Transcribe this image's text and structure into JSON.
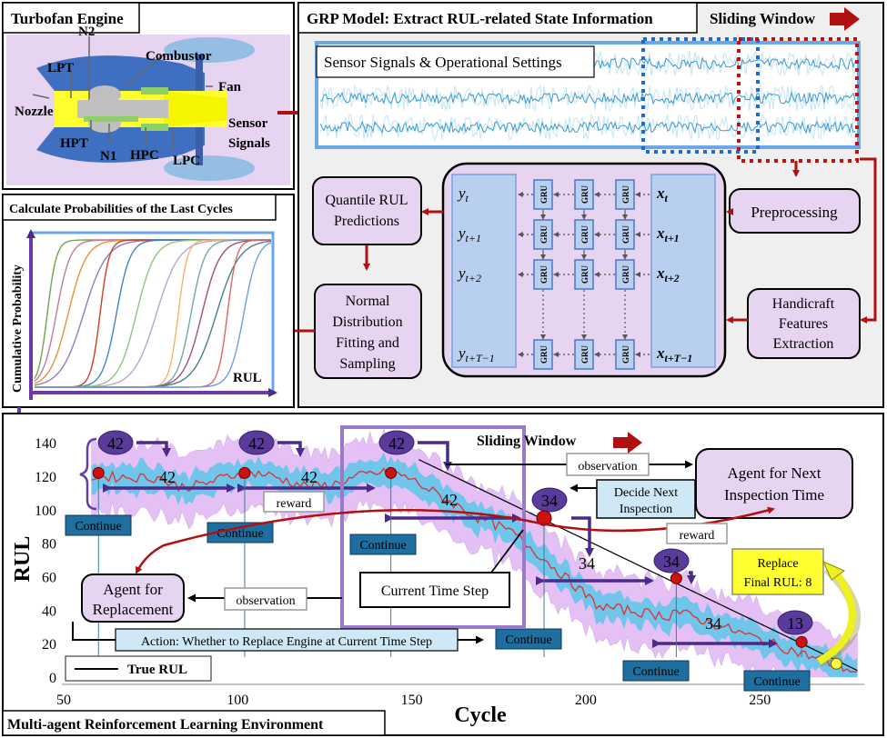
{
  "engine": {
    "title": "Turbofan Engine",
    "labels": {
      "n2": "N2",
      "lpt": "LPT",
      "combustor": "Combustor",
      "fan": "Fan",
      "nozzle": "Nozzle",
      "hpt": "HPT",
      "n1": "N1",
      "hpc": "HPC",
      "lpc": "LPC"
    },
    "sensor_signals_line1": "Sensor",
    "sensor_signals_line2": "Signals"
  },
  "grp": {
    "title": "GRP Model: Extract RUL-related State Information",
    "sliding_window": "Sliding Window",
    "signals_label": "Sensor Signals & Operational Settings",
    "preprocessing": "Preprocessing",
    "handicraft": [
      "Handicraft",
      "Features",
      "Extraction"
    ],
    "quantile": [
      "Quantile RUL",
      "Predictions"
    ],
    "normal_fit": [
      "Normal",
      "Distribution",
      "Fitting and",
      "Sampling"
    ],
    "gru_label": "GRU",
    "outputs": [
      "y_t",
      "y_{t+1}",
      "y_{t+2}",
      "y_{t+T-1}"
    ],
    "inputs": [
      "x_t",
      "x_{t+1}",
      "x_{t+2}",
      "x_{t+T-1}"
    ]
  },
  "prob": {
    "title": "Calculate Probabilities of the Last Cycles",
    "ylabel": "Cumulative Probability",
    "xlabel": "RUL"
  },
  "marl": {
    "title": "Multi-agent Reinforcement Learning Environment",
    "sliding_window": "Sliding Window",
    "agent_next": [
      "Agent for Next",
      "Inspection Time"
    ],
    "agent_replace": [
      "Agent for",
      "Replacement"
    ],
    "observation": "observation",
    "reward": "reward",
    "decide_next": [
      "Decide Next",
      "Inspection"
    ],
    "current_time_step": "Current Time Step",
    "action": "Action: Whether to Replace Engine at Current Time Step",
    "continue": "Continue",
    "replace": [
      "Replace",
      "Final RUL: 8"
    ],
    "legend": "True RUL",
    "bubbles": [
      "42",
      "42",
      "42",
      "34",
      "34",
      "13"
    ],
    "interval_labels": [
      "42",
      "42",
      "42",
      "34",
      "34"
    ]
  },
  "chart_data": {
    "type": "line",
    "xlabel": "Cycle",
    "ylabel": "RUL",
    "xlim": [
      50,
      280
    ],
    "ylim": [
      0,
      145
    ],
    "x_ticks": [
      50,
      100,
      150,
      200,
      250
    ],
    "y_ticks": [
      0,
      20,
      40,
      60,
      80,
      100,
      120,
      140
    ],
    "series": [
      {
        "name": "True RUL",
        "x": [
          152,
          278
        ],
        "y": [
          130,
          4
        ]
      }
    ],
    "inspection_points": {
      "x": [
        60,
        102,
        144,
        188,
        226,
        262,
        272
      ],
      "y": [
        122,
        122,
        122,
        95,
        59,
        21,
        8
      ]
    },
    "colors": {
      "prediction": "#e03030",
      "band_inner": "#5bc6e8",
      "band_outer": "#d9a6f0",
      "true_rul": "#000000"
    }
  }
}
